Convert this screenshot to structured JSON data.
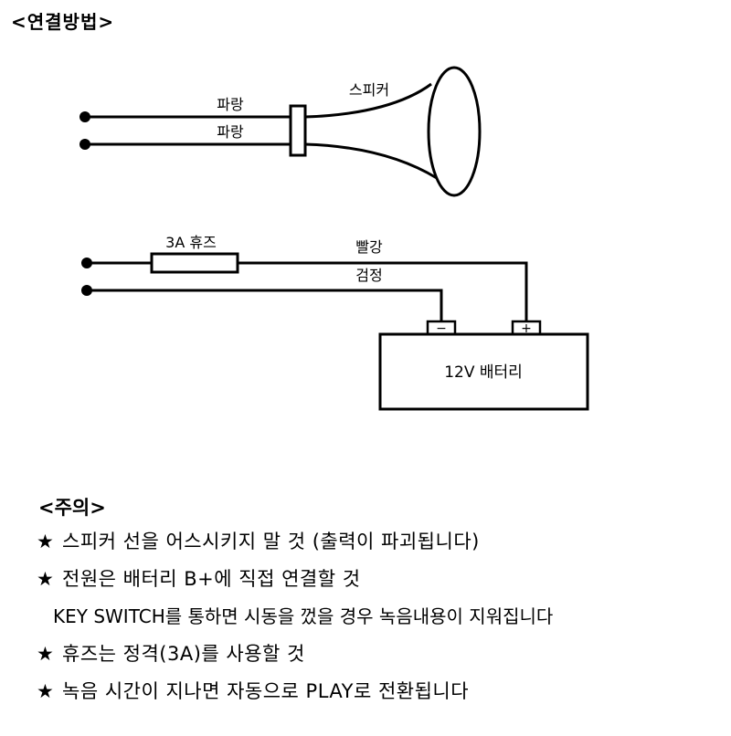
{
  "title": "<연결방법>",
  "diagram": {
    "speaker": {
      "label": "스피커",
      "wire1_label": "파랑",
      "wire2_label": "파랑"
    },
    "power": {
      "fuse_label": "3A 휴즈",
      "red_label": "빨강",
      "black_label": "검정",
      "battery_label": "12V 배터리",
      "neg_symbol": "−",
      "pos_symbol": "+"
    }
  },
  "notes": {
    "title": "<주의>",
    "star": "★",
    "items": [
      "스피커 선을 어스시키지 말 것 (출력이 파괴됩니다)",
      "전원은 배터리 B+에 직접 연결할 것",
      "KEY SWITCH를 통하면 시동을 껐을 경우 녹음내용이 지워집니다",
      "휴즈는 정격(3A)를 사용할 것",
      "녹음 시간이 지나면 자동으로 PLAY로 전환됩니다"
    ]
  }
}
